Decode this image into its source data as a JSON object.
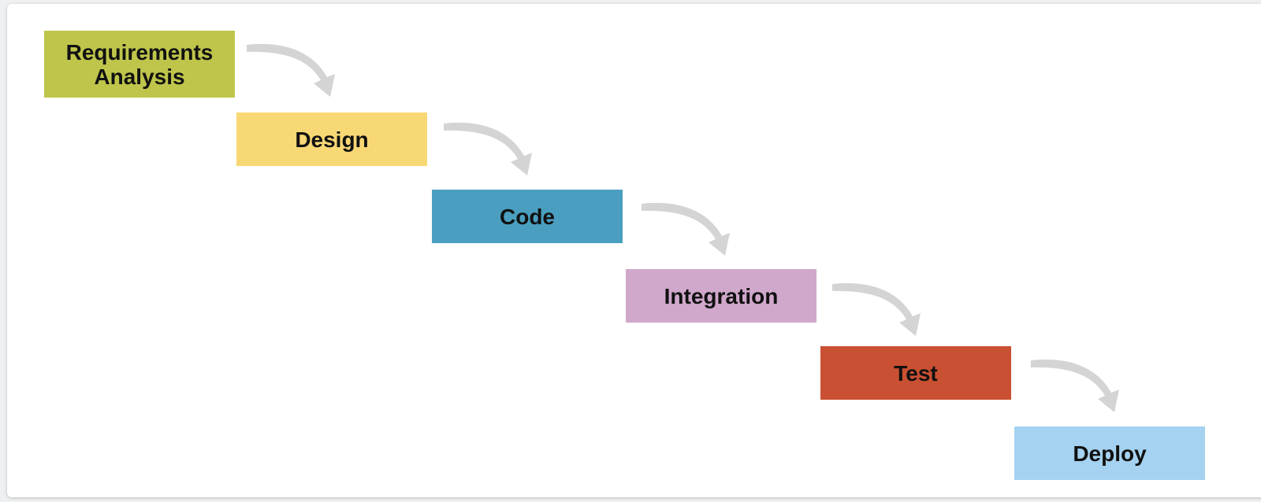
{
  "diagram": {
    "steps": [
      {
        "label": "Requirements\nAnalysis",
        "color": "#bfc54a"
      },
      {
        "label": "Design",
        "color": "#f8d775"
      },
      {
        "label": "Code",
        "color": "#4a9fc0"
      },
      {
        "label": "Integration",
        "color": "#d0a8cb"
      },
      {
        "label": "Test",
        "color": "#c95032"
      },
      {
        "label": "Deploy",
        "color": "#a5d2f0"
      }
    ],
    "arrow_color": "#d4d4d4",
    "background": "#ffffff"
  }
}
